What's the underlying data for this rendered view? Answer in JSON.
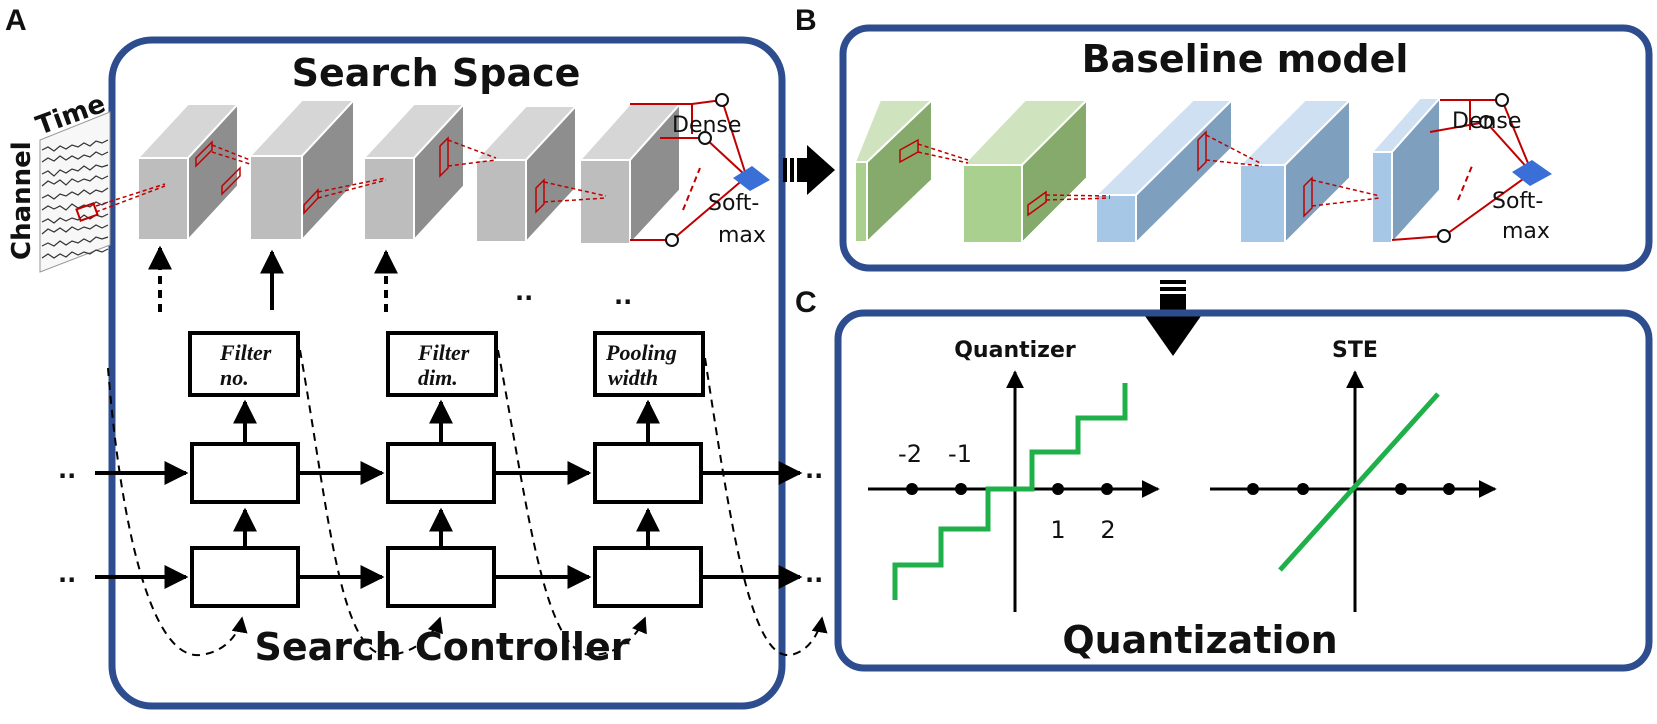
{
  "panels": {
    "a": {
      "letter": "A",
      "title": "Search Space",
      "controller_label": "Search Controller",
      "input": {
        "time_label": "Time",
        "channel_label": "Channel"
      },
      "head": {
        "dense_label": "Dense",
        "softmax_label_1": "Soft-",
        "softmax_label_2": "max"
      },
      "rnn_outputs": [
        {
          "line1": "Filter",
          "line2": "no."
        },
        {
          "line1": "Filter",
          "line2": "dim."
        },
        {
          "line1": "Pooling",
          "line2": "width"
        }
      ],
      "ellipsis": ".."
    },
    "b": {
      "letter": "B",
      "title": "Baseline model",
      "head": {
        "dense_label": "Dense",
        "softmax_label_1": "Soft-",
        "softmax_label_2": "max"
      }
    },
    "c": {
      "letter": "C",
      "title": "Quantization",
      "quantizer": {
        "label": "Quantizer",
        "ticks": [
          "-2",
          "-1",
          "1",
          "2"
        ]
      },
      "ste": {
        "label": "STE"
      }
    }
  },
  "colors": {
    "frame": "#2e4d8f",
    "gray_front": "#bdbdbd",
    "gray_side": "#8e8e8e",
    "gray_top": "#d6d6d6",
    "green_front": "#a9d08e",
    "green_side": "#86aa6c",
    "blue_front": "#a7c7e7",
    "blue_side": "#7e9fbe",
    "red": "#c00000",
    "softmax": "#3a6fd8",
    "quant_line": "#1fb04a"
  }
}
